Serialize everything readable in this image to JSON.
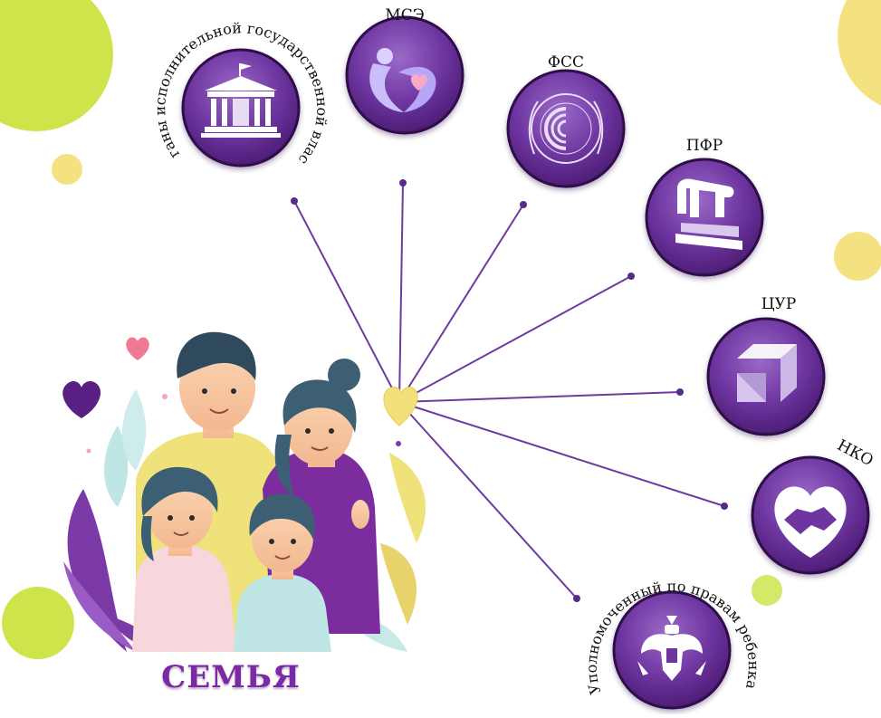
{
  "hub": {
    "title": "СЕМЬЯ"
  },
  "nodes": [
    {
      "id": "organs",
      "label": "Органы исполнительной государственной власти",
      "icon": "government-building-icon"
    },
    {
      "id": "mse",
      "label": "МСЭ",
      "icon": "person-heart-icon"
    },
    {
      "id": "fss",
      "label": "ФСС",
      "icon": "social-insurance-fund-emblem-icon"
    },
    {
      "id": "pfr",
      "label": "ПФР",
      "icon": "pension-fund-logo-icon"
    },
    {
      "id": "tsur",
      "label": "ЦУР",
      "icon": "cube-logo-icon"
    },
    {
      "id": "nko",
      "label": "НКО",
      "icon": "handshake-heart-icon"
    },
    {
      "id": "ombudsman",
      "label": "Уполномоченный по правам ребенка",
      "icon": "double-headed-eagle-emblem-icon"
    }
  ],
  "colors": {
    "purple_dark": "#4a1d72",
    "purple": "#7b3fa8",
    "purple_light": "#9a66c4",
    "line": "#6d3aa0",
    "heart_hub": "#f2e07a",
    "lime": "#cfe34b",
    "yellow": "#f3e27f"
  }
}
